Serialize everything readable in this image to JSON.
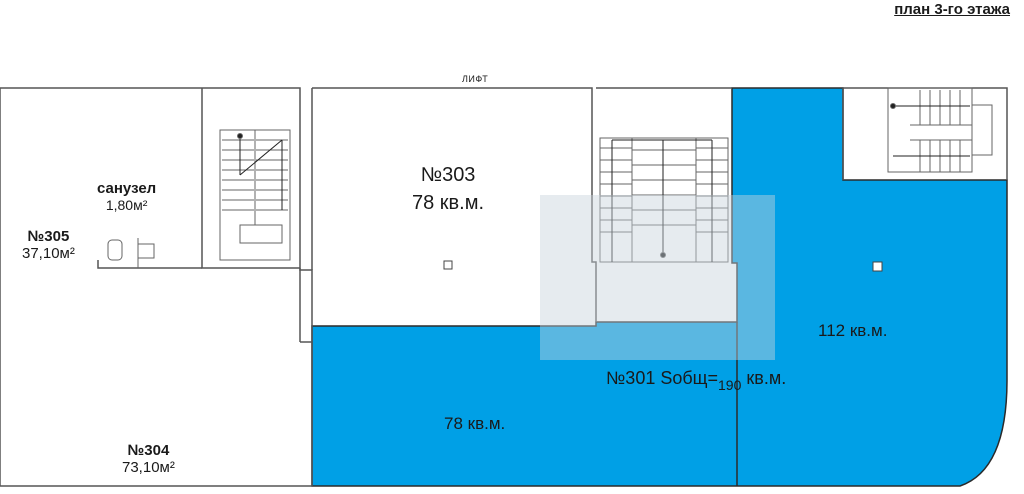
{
  "header": {
    "title": "план 3-го этажа"
  },
  "labels": {
    "lift": "ЛИФТ",
    "sanuzel_name": "санузел",
    "sanuzel_area": "1,80м²",
    "room_305_number": "№305",
    "room_305_area": "37,10м²",
    "room_303_number": "№303",
    "room_303_area": "78 кв.м.",
    "room_304_number": "№304",
    "room_304_area": "73,10м²",
    "zone_112": "112 кв.м.",
    "zone_78": "78 кв.м.",
    "room_301_prefix": "№301 Sобщ=",
    "room_301_total": "190",
    "room_301_suffix": "кв.м."
  },
  "colors": {
    "highlight": "#00a0e6",
    "wall": "#555555",
    "watermark": "#c8d2dc"
  }
}
